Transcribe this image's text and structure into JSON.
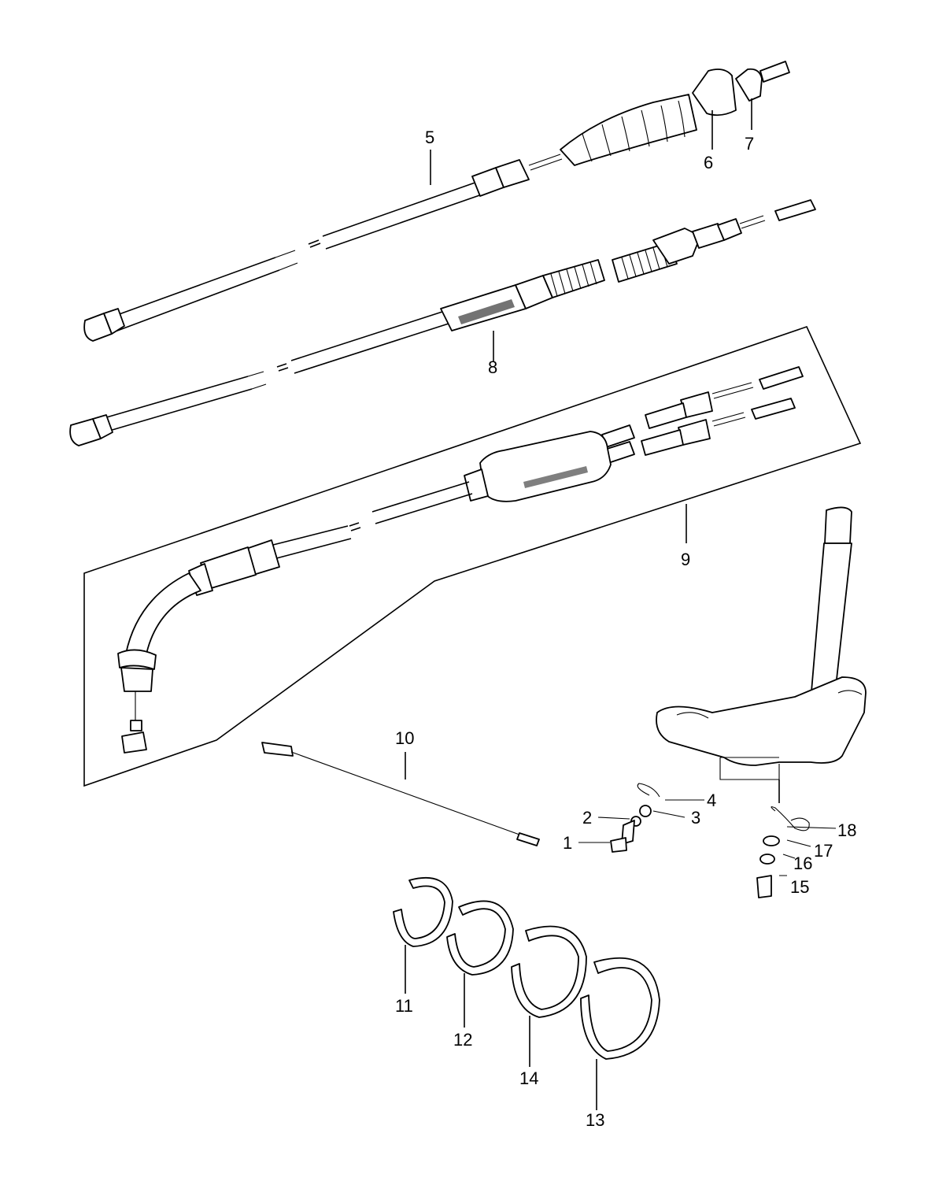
{
  "callouts": [
    {
      "id": "c1",
      "label": "1"
    },
    {
      "id": "c2",
      "label": "2"
    },
    {
      "id": "c3",
      "label": "3"
    },
    {
      "id": "c4",
      "label": "4"
    },
    {
      "id": "c5",
      "label": "5"
    },
    {
      "id": "c6",
      "label": "6"
    },
    {
      "id": "c7",
      "label": "7"
    },
    {
      "id": "c8",
      "label": "8"
    },
    {
      "id": "c9",
      "label": "9"
    },
    {
      "id": "c10",
      "label": "10"
    },
    {
      "id": "c11",
      "label": "11"
    },
    {
      "id": "c12",
      "label": "12"
    },
    {
      "id": "c13",
      "label": "13"
    },
    {
      "id": "c14",
      "label": "14"
    },
    {
      "id": "c15",
      "label": "15"
    },
    {
      "id": "c16",
      "label": "16"
    },
    {
      "id": "c17",
      "label": "17"
    },
    {
      "id": "c18",
      "label": "18"
    }
  ],
  "colors": {
    "ink": "#000000",
    "paper": "#ffffff"
  }
}
